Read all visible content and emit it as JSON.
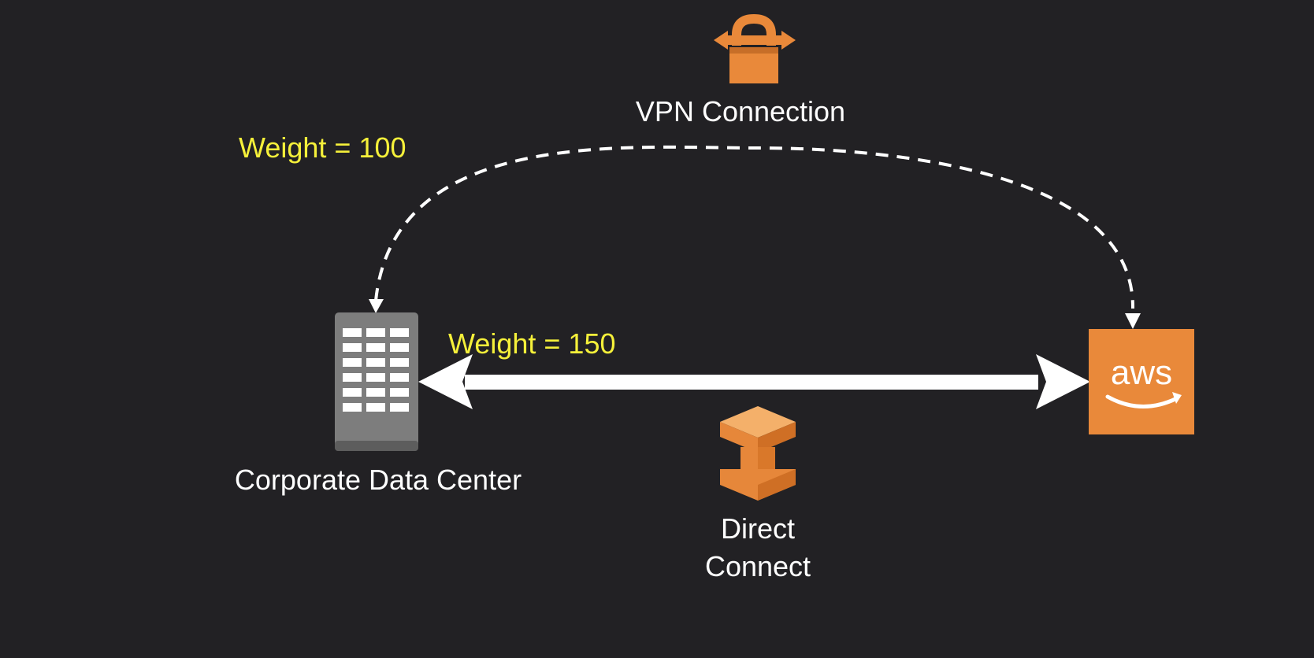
{
  "diagram": {
    "nodes": {
      "vpn": {
        "label": "VPN Connection",
        "icon": "vpn-lock-icon"
      },
      "corporate_dc": {
        "label": "Corporate Data Center",
        "icon": "building-icon"
      },
      "direct_connect": {
        "label_line1": "Direct",
        "label_line2": "Connect",
        "icon": "direct-connect-icon"
      },
      "aws": {
        "logo_text": "aws",
        "icon": "aws-logo-icon"
      }
    },
    "edges": {
      "vpn_path": {
        "weight_label": "Weight = 100",
        "style": "dashed"
      },
      "direct_connect_path": {
        "weight_label": "Weight = 150",
        "style": "solid"
      }
    }
  },
  "colors": {
    "background": "#222124",
    "aws_orange": "#e9893a",
    "building_gray": "#7a7a7a",
    "weight_yellow": "#f5f03a",
    "text": "#ffffff"
  }
}
